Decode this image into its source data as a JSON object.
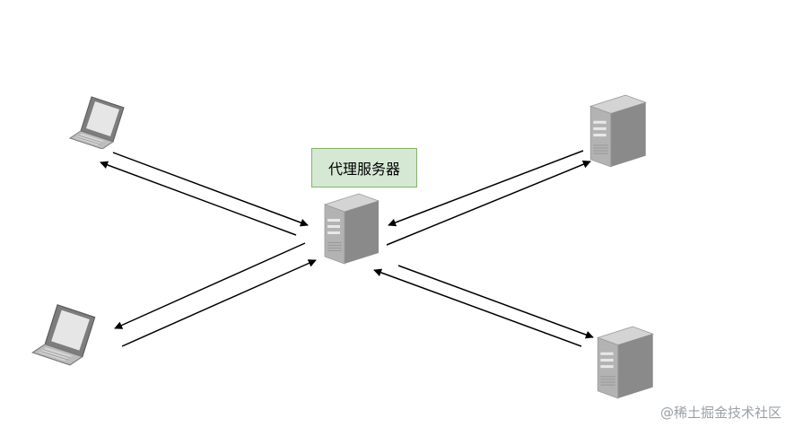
{
  "diagram": {
    "proxy_label": "代理服务器",
    "watermark": "@稀土掘金技术社区"
  },
  "nodes": [
    {
      "id": "client-top",
      "kind": "laptop-icon"
    },
    {
      "id": "client-bottom",
      "kind": "laptop-icon"
    },
    {
      "id": "proxy",
      "kind": "server-icon"
    },
    {
      "id": "server-top",
      "kind": "server-icon"
    },
    {
      "id": "server-bottom",
      "kind": "server-icon"
    }
  ],
  "colors": {
    "label_fill": "#d5e8d4",
    "label_border": "#82b366",
    "arrow": "#000000",
    "server_face": "#a9a9a9",
    "server_side": "#8a8a8a",
    "server_top": "#d4d4d4"
  }
}
